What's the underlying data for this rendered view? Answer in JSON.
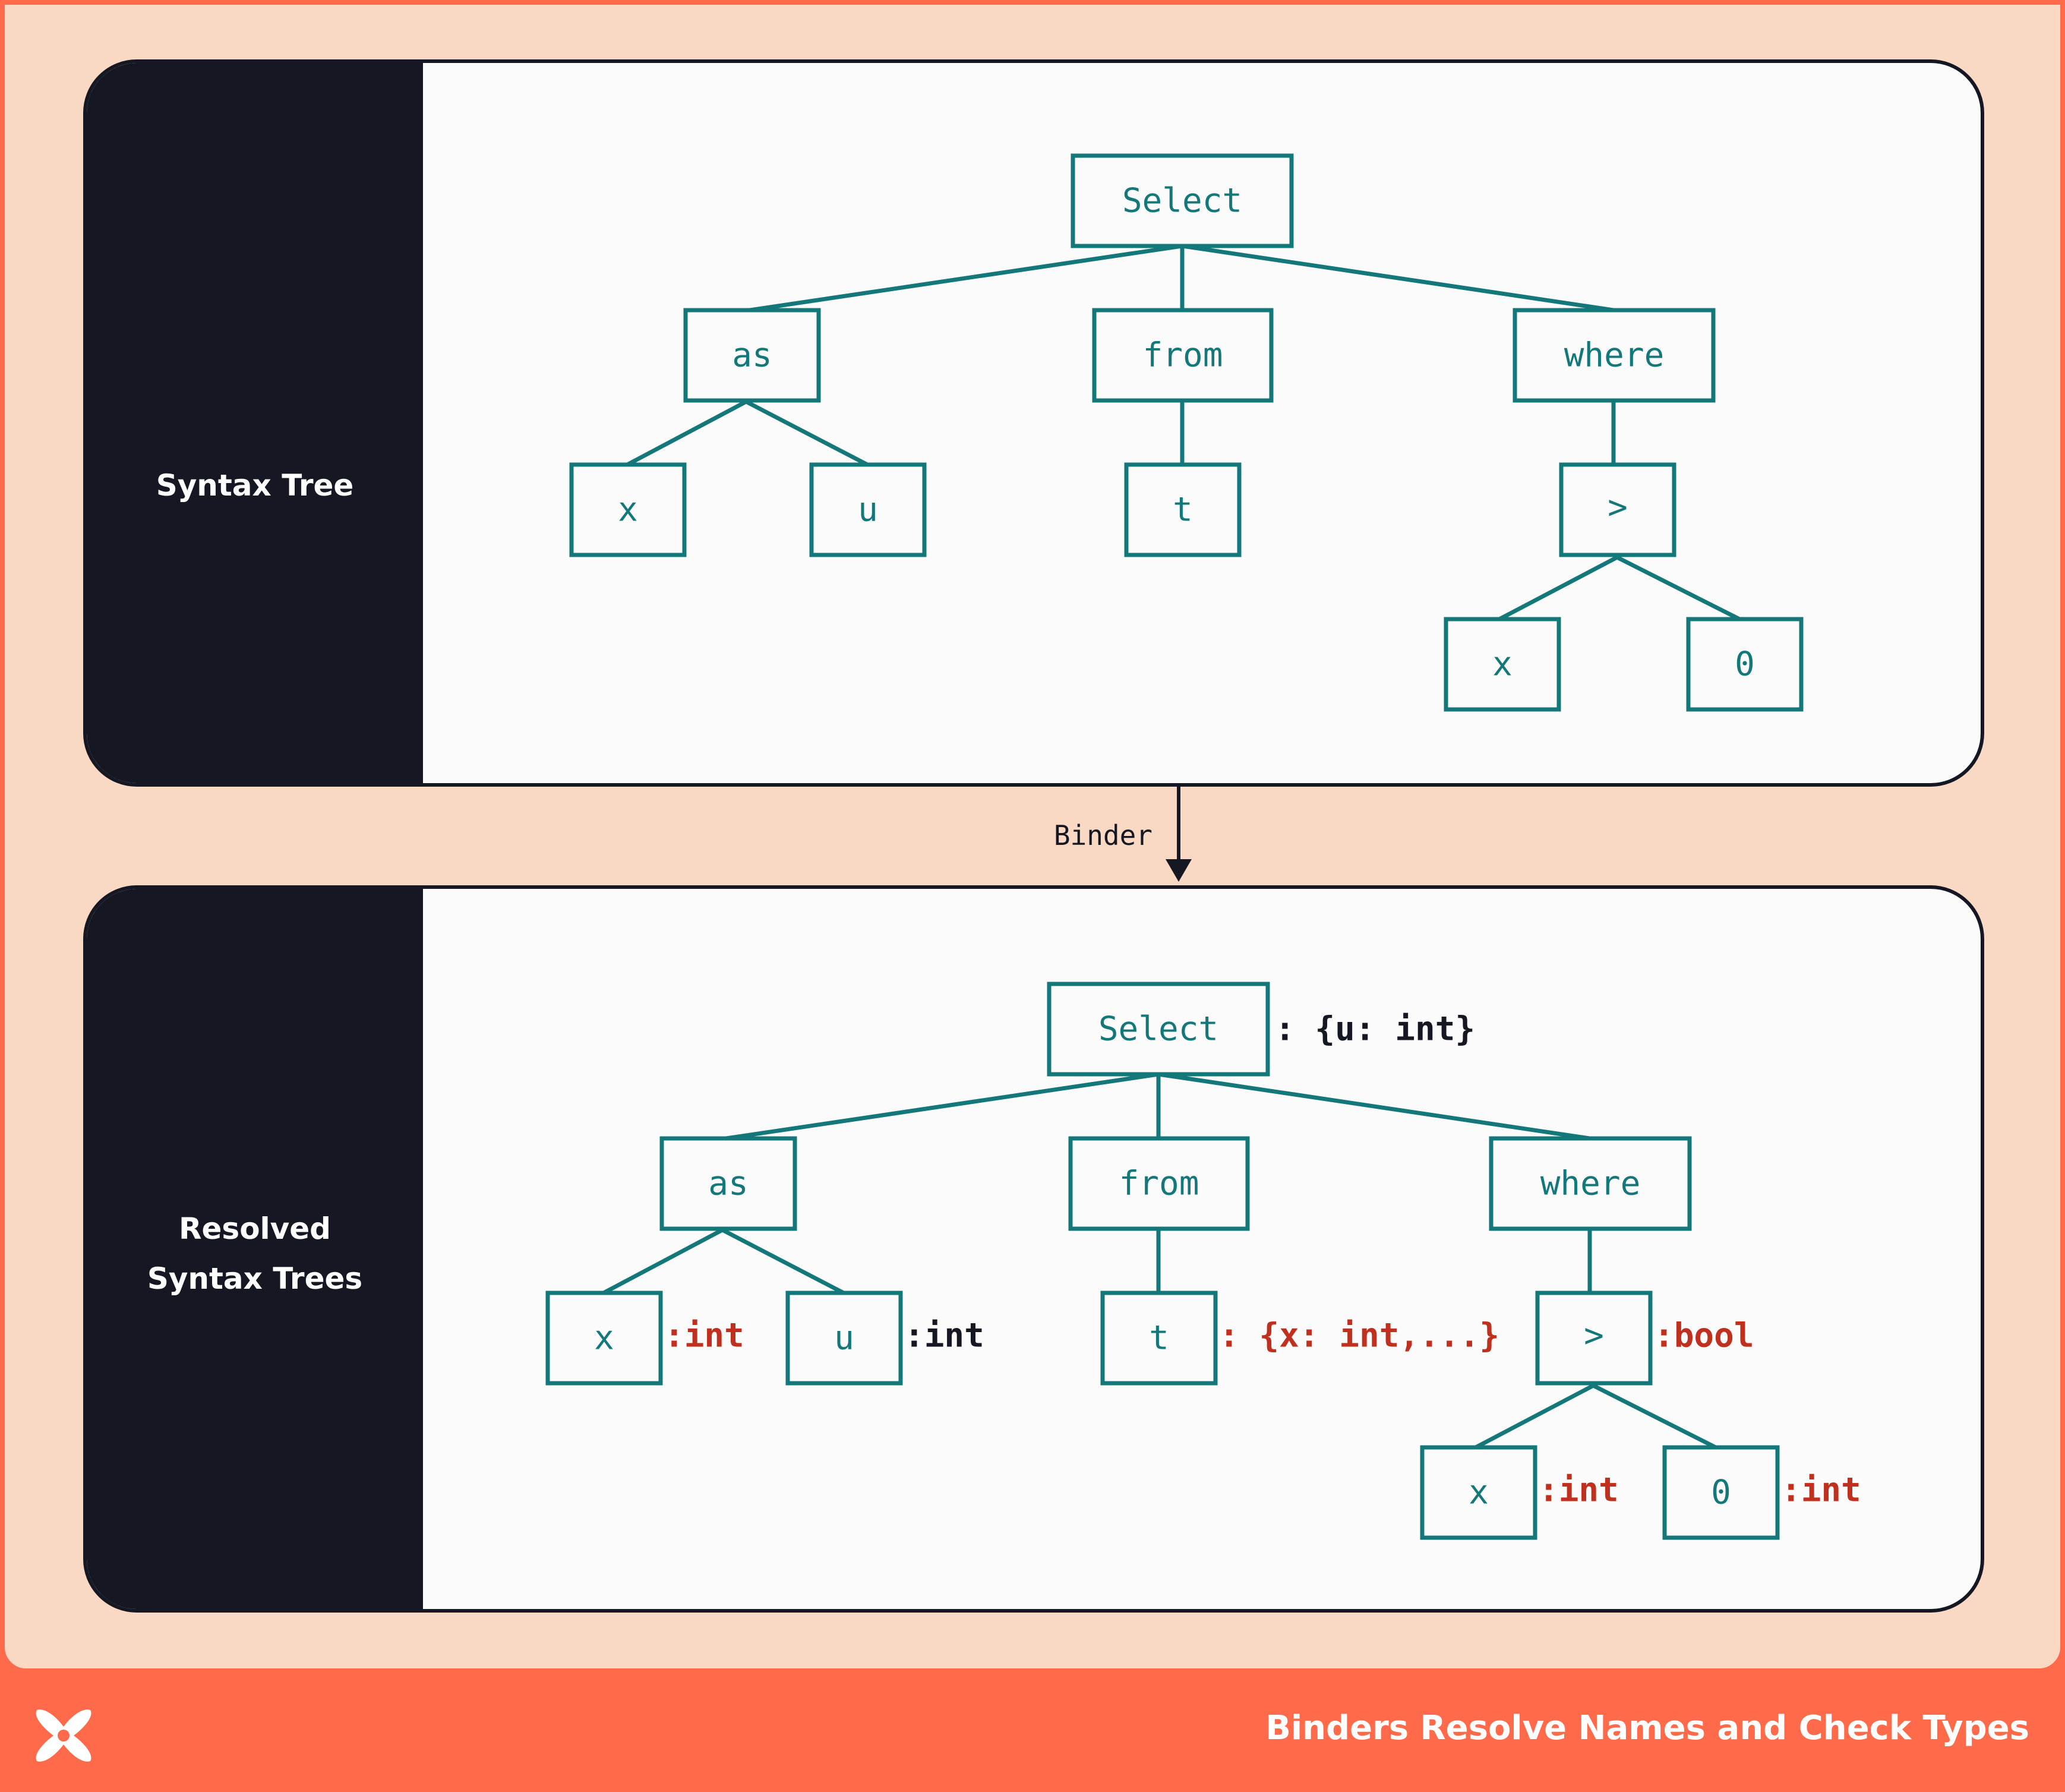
{
  "panels": {
    "top": {
      "label_lines": [
        "Syntax Tree"
      ],
      "nodes": {
        "select": "Select",
        "as": "as",
        "from": "from",
        "where": "where",
        "x1": "x",
        "u": "u",
        "t": "t",
        "gt": ">",
        "x2": "x",
        "zero": "0"
      }
    },
    "bottom": {
      "label_lines": [
        "Resolved",
        "Syntax Trees"
      ],
      "nodes": {
        "select": "Select",
        "as": "as",
        "from": "from",
        "where": "where",
        "x1": "x",
        "u": "u",
        "t": "t",
        "gt": ">",
        "x2": "x",
        "zero": "0"
      },
      "annotations": {
        "select": ": {u: int}",
        "x1": ":int",
        "u": ":int",
        "t": ": {x: int,...}",
        "gt": ":bool",
        "x2": ":int",
        "zero": ":int"
      }
    }
  },
  "binder_label": "Binder",
  "footer_title": "Binders Resolve Names and Check Types",
  "colors": {
    "accent": "#ff6b4a",
    "background": "#f9d9c4",
    "dark": "#151822",
    "node": "#14787a",
    "type_error_red": "#c0301e"
  }
}
